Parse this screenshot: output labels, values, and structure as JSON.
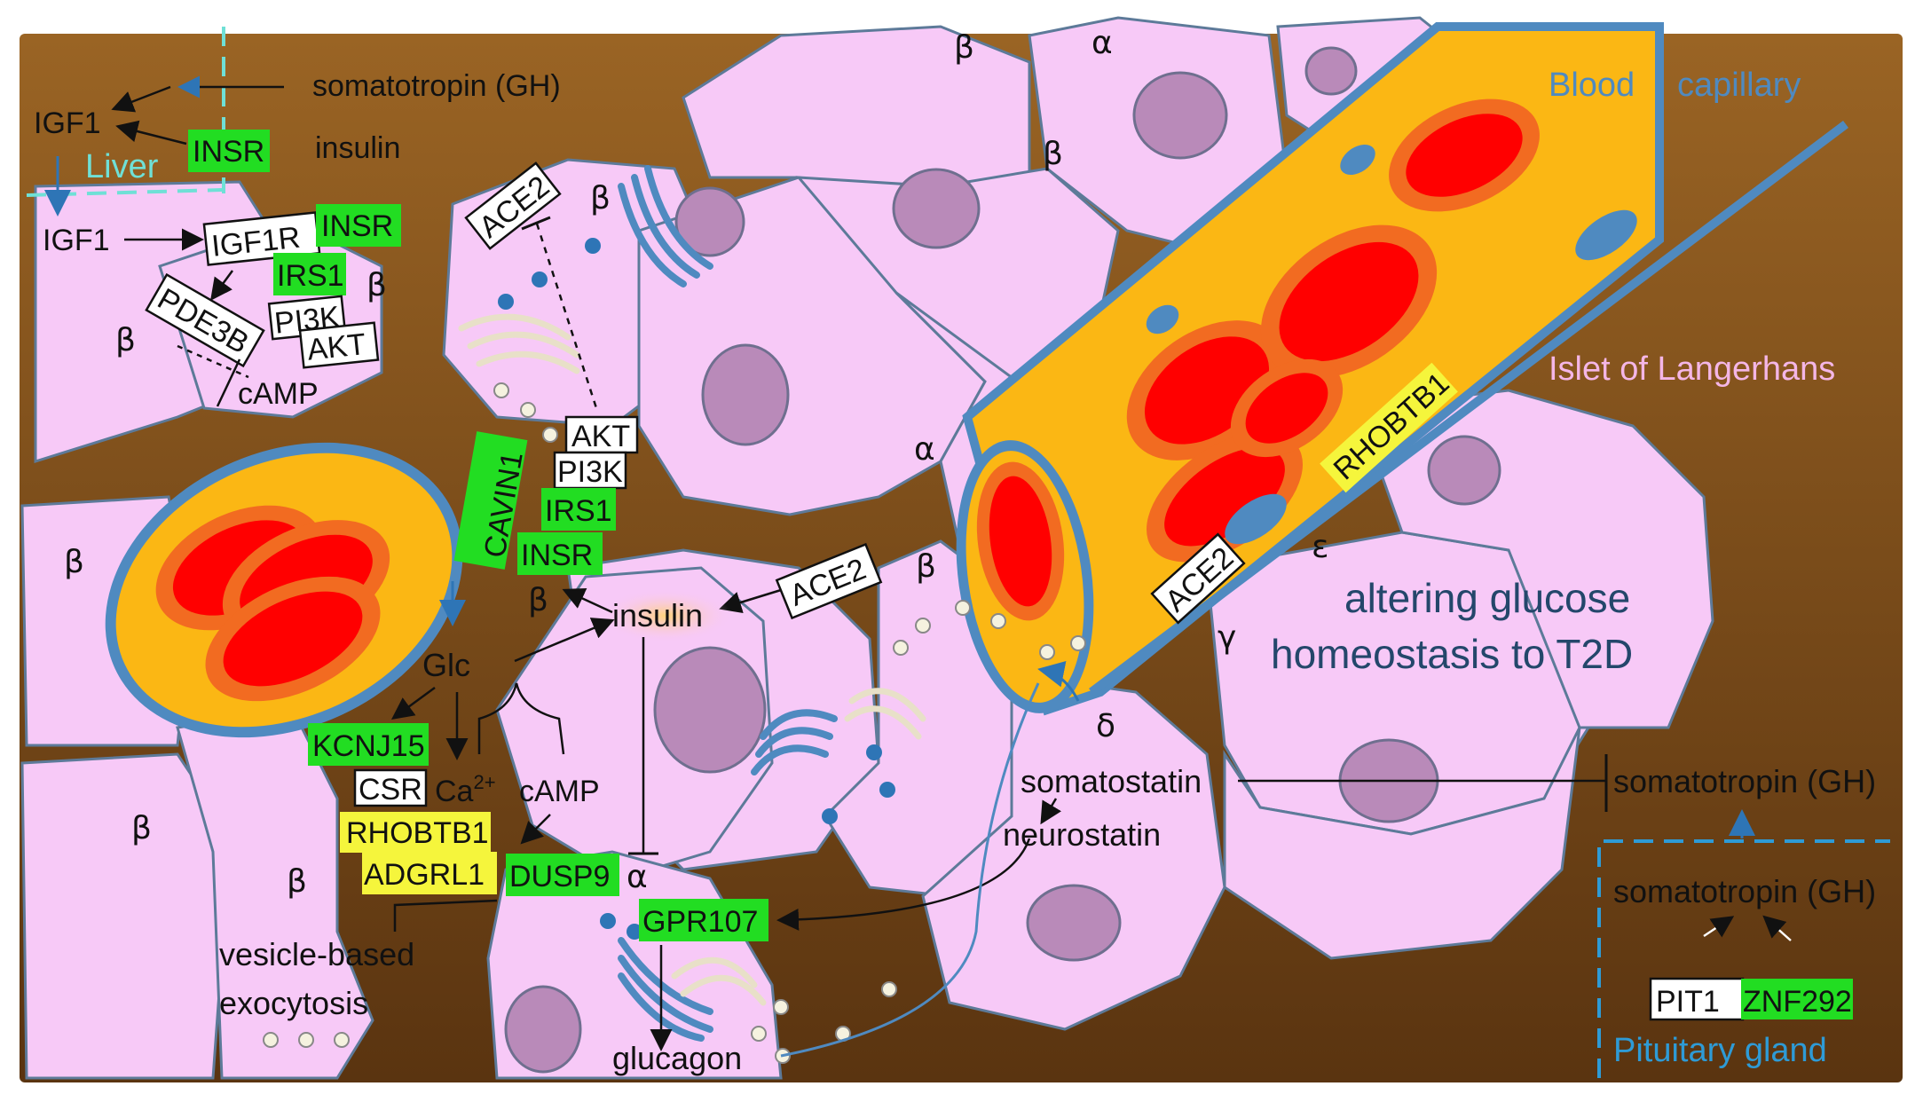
{
  "regions": {
    "liver": "Liver",
    "blood_capillary": [
      "Blood",
      "capillary"
    ],
    "islet": "Islet of Langerhans",
    "pituitary": "Pituitary gland",
    "outcome": [
      "altering glucose",
      "homeostasis to T2D"
    ]
  },
  "cell_labels": {
    "beta": "β",
    "alpha": "α",
    "delta": "δ",
    "gamma": "γ",
    "epsilon": "ε"
  },
  "molecules": {
    "somatotropin": "somatotropin (GH)",
    "igf1": "IGF1",
    "insulin": "insulin",
    "camp": "cAMP",
    "glc": "Glc",
    "ca": "Ca",
    "ca_sup": "2+",
    "somatostatin": "somatostatin",
    "neurostatin": "neurostatin",
    "glucagon": "glucagon",
    "exocytosis": [
      "vesicle-based",
      "exocytosis"
    ]
  },
  "genes": {
    "insr": "INSR",
    "igf1r": "IGF1R",
    "irs1": "IRS1",
    "pi3k": "PI3K",
    "akt": "AKT",
    "pde3b": "PDE3B",
    "ace2": "ACE2",
    "cavin1": "CAVIN1",
    "kcnj15": "KCNJ15",
    "csr": "CSR",
    "rhobtb1": "RHOBTB1",
    "adgrl1": "ADGRL1",
    "dusp9": "DUSP9",
    "gpr107": "GPR107",
    "pit1": "PIT1",
    "znf292": "ZNF292"
  },
  "colors": {
    "background_top": "#9a6424",
    "background_bottom": "#5a3410",
    "cell": "#f7c9f7",
    "nucleus": "#b98ab9",
    "vessel": "#fbb714",
    "vessel_edge": "#4f8ac0",
    "red_cell": "#ff0000",
    "red_cell_rim": "#f26b21",
    "gene_green": "#22dd22",
    "gene_yellow": "#f5f53c",
    "liver_text": "#6fe0d6",
    "pituitary_text": "#2e9bd6",
    "islet_text": "#f4b6e6"
  }
}
